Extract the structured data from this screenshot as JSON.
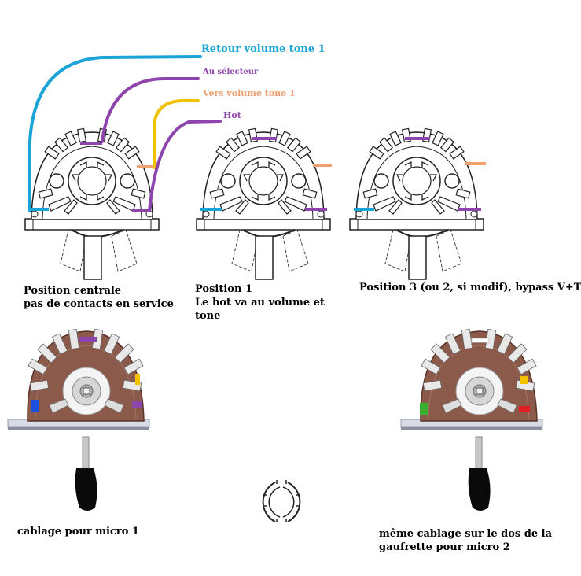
{
  "wire_labels": {
    "retour": "Retour volume tone 1",
    "selecteur": "Au sélecteur",
    "vers": "Vers volume tone 1",
    "hot": "Hot"
  },
  "captions": {
    "center_line1": "Position centrale",
    "center_line2": "pas de contacts en service",
    "pos1_line1": "Position 1",
    "pos1_line2": "Le hot va au volume et",
    "pos1_line3": "tone",
    "pos3": "Position 3 (ou 2, si modif), bypass V+T",
    "micro1": "cablage pour micro 1",
    "micro2_line1": "même cablage sur le dos de la",
    "micro2_line2": "gaufrette pour micro 2"
  },
  "colors": {
    "blue": "#1aa3d6",
    "purple": "#8e44ad",
    "orange": "#f0a070",
    "yellow": "#f2c200",
    "wafer": "#8b5a4a"
  }
}
